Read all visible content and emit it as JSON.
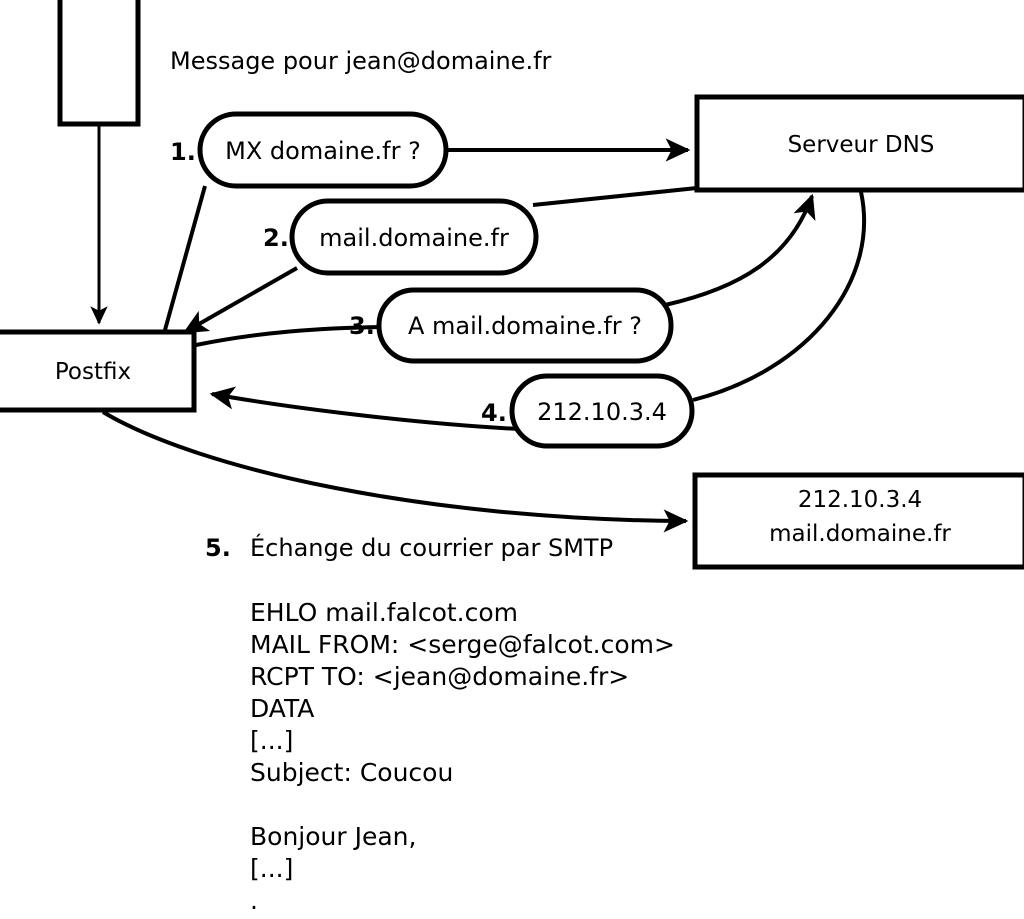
{
  "diagram": {
    "title_text": "Message pour jean@domaine.fr",
    "nodes": {
      "source_box": {
        "label": ""
      },
      "postfix_box": {
        "label": "Postfix"
      },
      "dns_box": {
        "label": "Serveur DNS"
      },
      "mailserver_box": {
        "line1": "212.10.3.4",
        "line2": "mail.domaine.fr"
      }
    },
    "steps": [
      {
        "number": "1.",
        "bubble_text": "MX domaine.fr ?"
      },
      {
        "number": "2.",
        "bubble_text": "mail.domaine.fr"
      },
      {
        "number": "3.",
        "bubble_text": "A mail.domaine.fr ?"
      },
      {
        "number": "4.",
        "bubble_text": "212.10.3.4"
      },
      {
        "number": "5.",
        "caption": "Échange du courrier par SMTP"
      }
    ],
    "smtp_transcript": [
      "EHLO mail.falcot.com",
      "MAIL FROM: <serge@falcot.com>",
      "RCPT TO: <jean@domaine.fr>",
      "DATA",
      "[...]",
      "Subject: Coucou",
      "",
      "Bonjour Jean,",
      "[...]",
      "."
    ],
    "colors": {
      "stroke": "#000000",
      "fill": "#ffffff",
      "text": "#000000"
    }
  }
}
